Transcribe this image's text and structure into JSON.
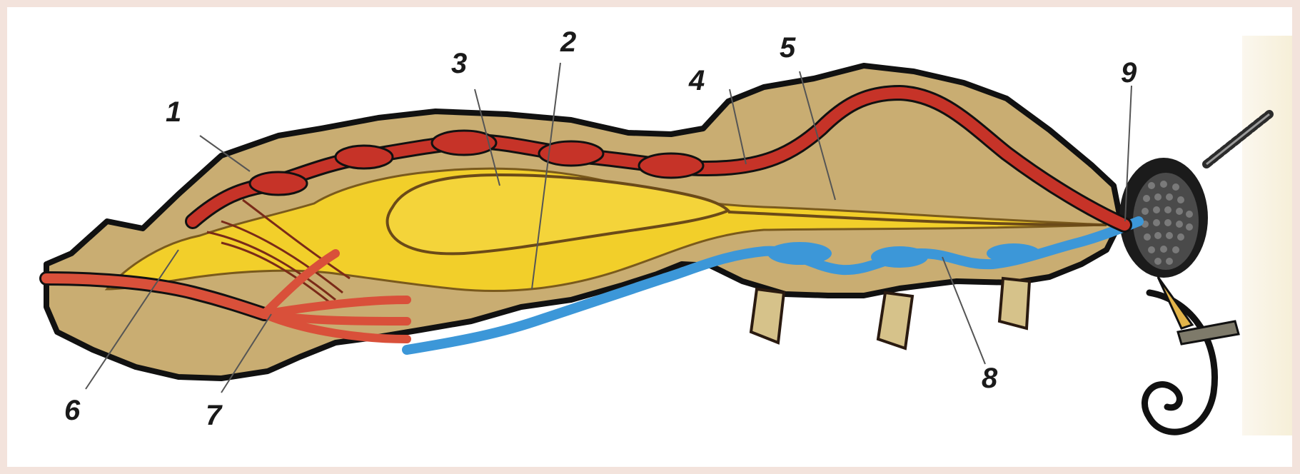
{
  "labels": {
    "l1": "1",
    "l2": "2",
    "l3": "3",
    "l4": "4",
    "l5": "5",
    "l6": "6",
    "l7": "7",
    "l8": "8",
    "l9": "9"
  },
  "colors": {
    "body": "#c9ad72",
    "outline": "#111111",
    "gut": "#f2cf2a",
    "vessel": "#c63328",
    "nerve": "#3c97d8",
    "eye": "#252525"
  }
}
